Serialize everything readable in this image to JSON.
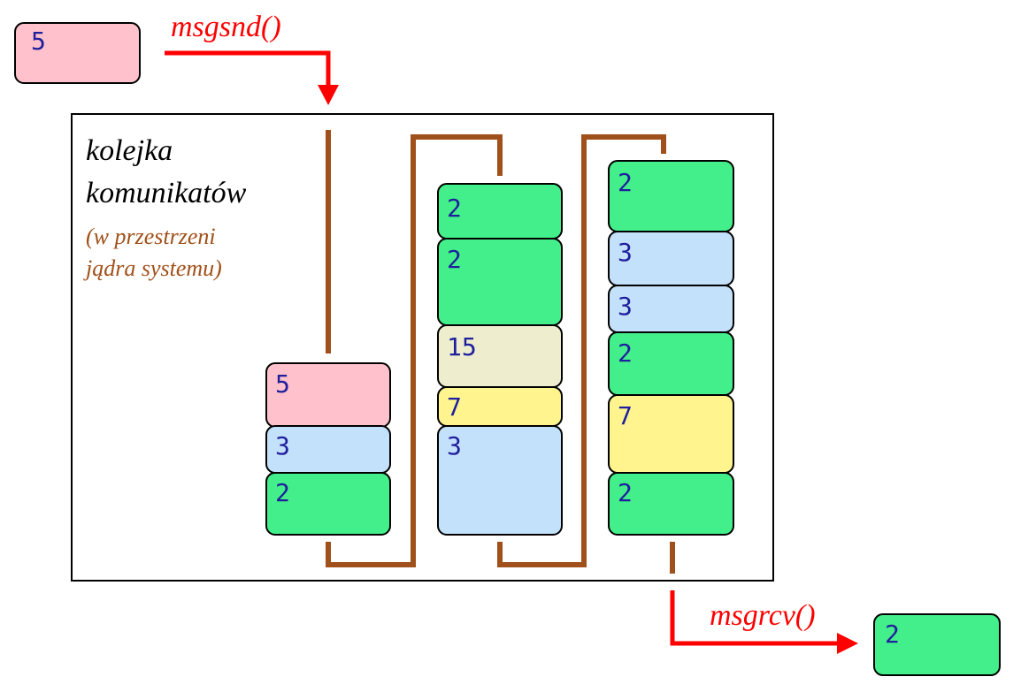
{
  "colors": {
    "type_2": "#43ef8a",
    "type_3": "#c4e1fb",
    "type_5": "#ffc2cc",
    "type_7": "#fff48e",
    "type_15": "#eeeecf",
    "pipe": "#a0501a",
    "arrow": "#ff0000",
    "number_text": "#1f1f9e"
  },
  "labels": {
    "queue_title_line1": "kolejka",
    "queue_title_line2": "komunikatów",
    "queue_sub_line1": "(w przestrzeni",
    "queue_sub_line2": "jądra systemu)",
    "send_call": "msgsnd()",
    "recv_call": "msgrcv()"
  },
  "incoming_message": {
    "type": "5"
  },
  "outgoing_message": {
    "type": "2"
  },
  "queue_columns": [
    {
      "name": "column-1",
      "messages": [
        "5",
        "3",
        "2"
      ]
    },
    {
      "name": "column-2",
      "messages": [
        "2",
        "2",
        "15",
        "7",
        "3"
      ]
    },
    {
      "name": "column-3",
      "messages": [
        "2",
        "3",
        "3",
        "2",
        "7",
        "2"
      ]
    }
  ]
}
